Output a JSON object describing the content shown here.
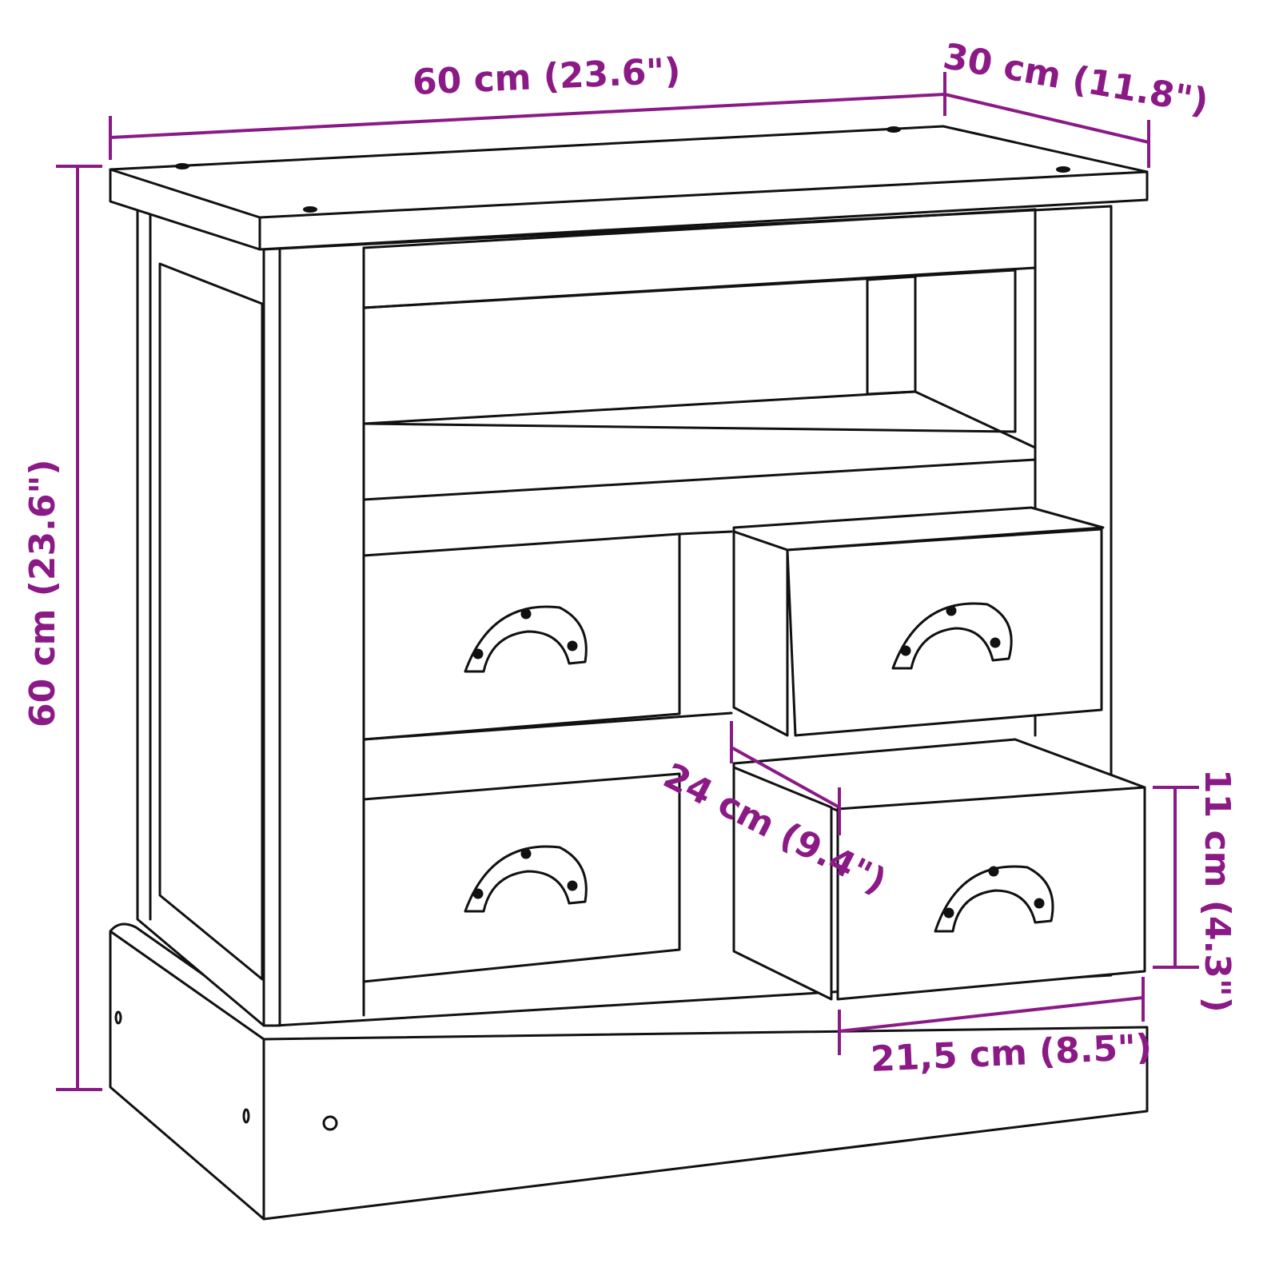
{
  "figure": {
    "subject": "Bedside cabinet with open shelf and four drawers, line drawing with dimensions",
    "line_color": "#111111",
    "dimension_color": "#8b1a86",
    "background": "#ffffff"
  },
  "dimensions": {
    "width": "60 cm (23.6\")",
    "depth": "30 cm (11.8\")",
    "height": "60 cm (23.6\")",
    "drawer_depth": "24 cm (9.4\")",
    "drawer_height": "11 cm (4.3\")",
    "drawer_width": "21,5 cm (8.5\")"
  }
}
